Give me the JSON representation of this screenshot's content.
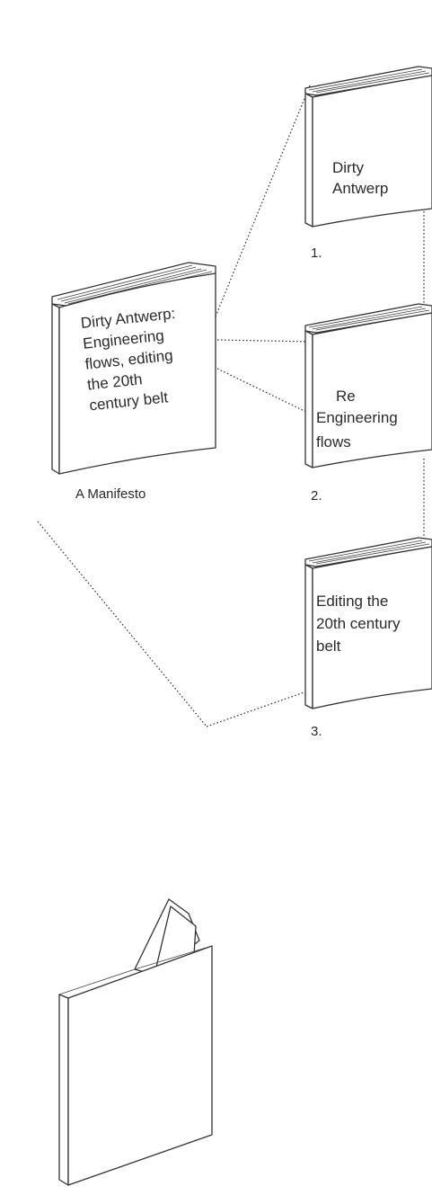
{
  "manifesto": {
    "title_lines": [
      "Dirty Antwerp:",
      "Engineering",
      "flows, editing",
      "the 20th",
      "century belt"
    ],
    "caption": "A Manifesto"
  },
  "volumes": [
    {
      "title_lines": [
        "Dirty",
        "Antwerp"
      ],
      "number": "1."
    },
    {
      "title_lines": [
        "Re",
        "Engineering",
        "flows"
      ],
      "number": "2."
    },
    {
      "title_lines": [
        "Editing the",
        "20th century",
        "belt"
      ],
      "number": "3."
    }
  ]
}
